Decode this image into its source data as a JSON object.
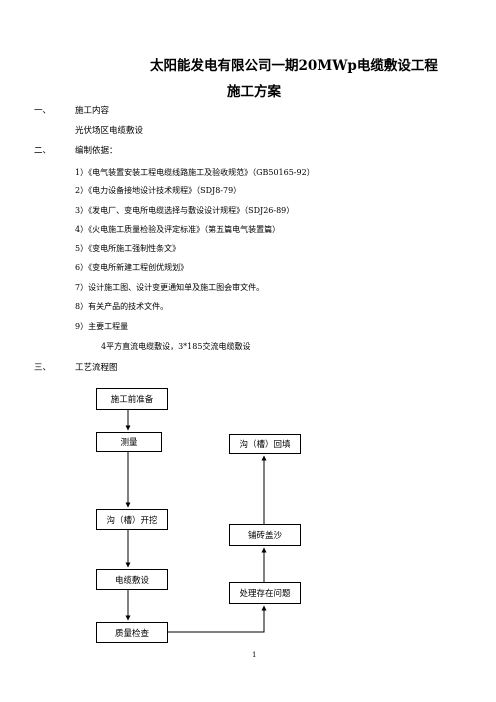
{
  "doc": {
    "title": "太阳能发电有限公司一期20MWp电缆敷设工程",
    "subtitle": "施工方案",
    "sections": [
      {
        "num": "一、",
        "heading": "施工内容",
        "body": "光伏场区电缆敷设"
      },
      {
        "num": "二、",
        "heading": "编制依据："
      },
      {
        "num": "三、",
        "heading": "工艺流程图"
      }
    ],
    "basis_items": [
      "1）《电气装置安装工程电缆线路施工及验收规范》（GB50165-92）",
      "2）《电力设备接地设计技术规程》（SDJ8-79）",
      "3）《发电厂、变电所电缆选择与敷设设计规程》（SDJ26-89）",
      "4）《火电施工质量检验及评定标准》（第五篇电气装置篇）",
      "5）《变电所施工强制性条文》",
      "6）《变电所新建工程创优规划》",
      "7）设计施工图、设计变更通知单及施工图会审文件。",
      "8）有关产品的技术文件。",
      "9）主要工程量"
    ],
    "quantity_line": "4平方直流电缆敷设，3*185交流电缆敷设",
    "page_number": "1"
  },
  "flowchart": {
    "left_steps": [
      "施工前准备",
      "测量",
      "沟（槽）开挖",
      "电缆敷设",
      "质量检查"
    ],
    "right_steps": [
      "沟（槽）回填",
      "铺砖盖沙",
      "处理存在问题"
    ]
  }
}
